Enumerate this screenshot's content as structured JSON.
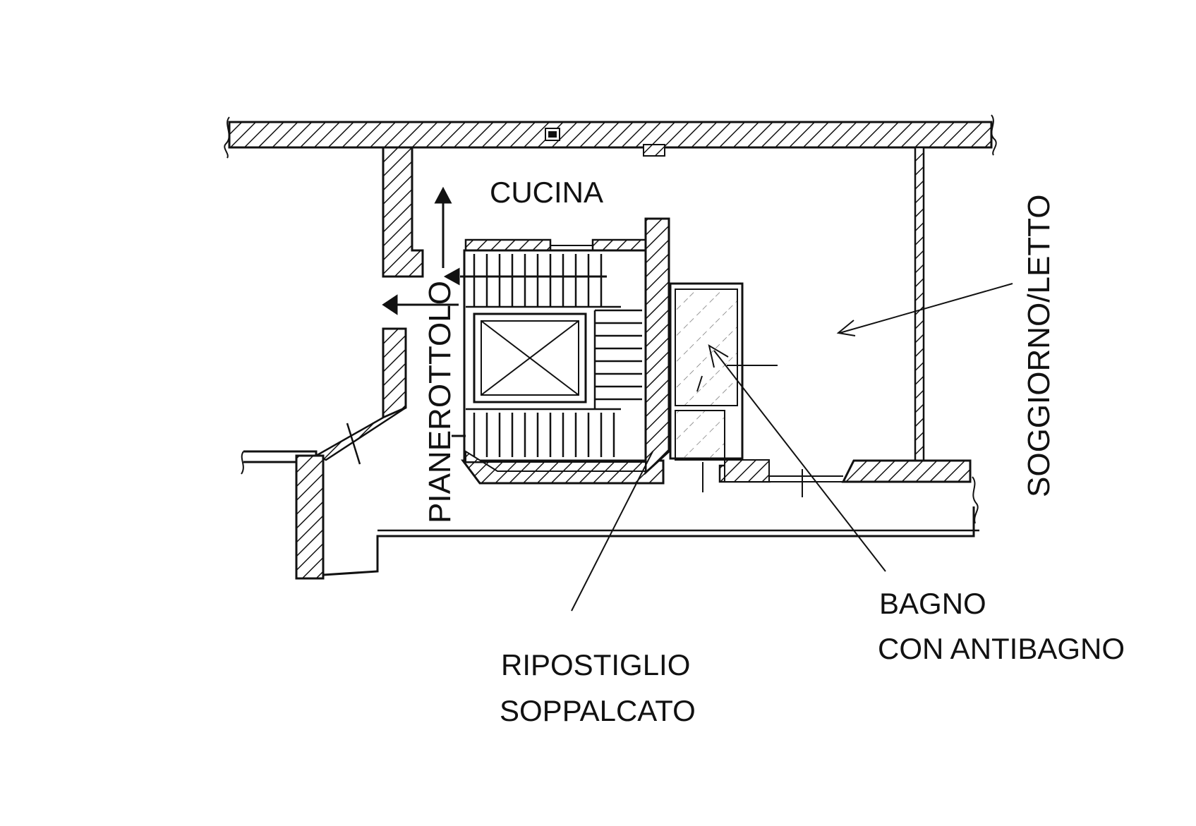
{
  "plan": {
    "rooms": {
      "cucina": "CUCINA",
      "soggiorno_letto": "SOGGIORNO/LETTO",
      "pianerottolo": "PIANEROTTOLO",
      "bagno_line1": "BAGNO",
      "bagno_line2": "CON ANTIBAGNO",
      "ripostiglio_line1": "RIPOSTIGLIO",
      "ripostiglio_line2": "SOPPALCATO"
    },
    "colors": {
      "ink": "#111111",
      "paper": "#ffffff"
    }
  }
}
